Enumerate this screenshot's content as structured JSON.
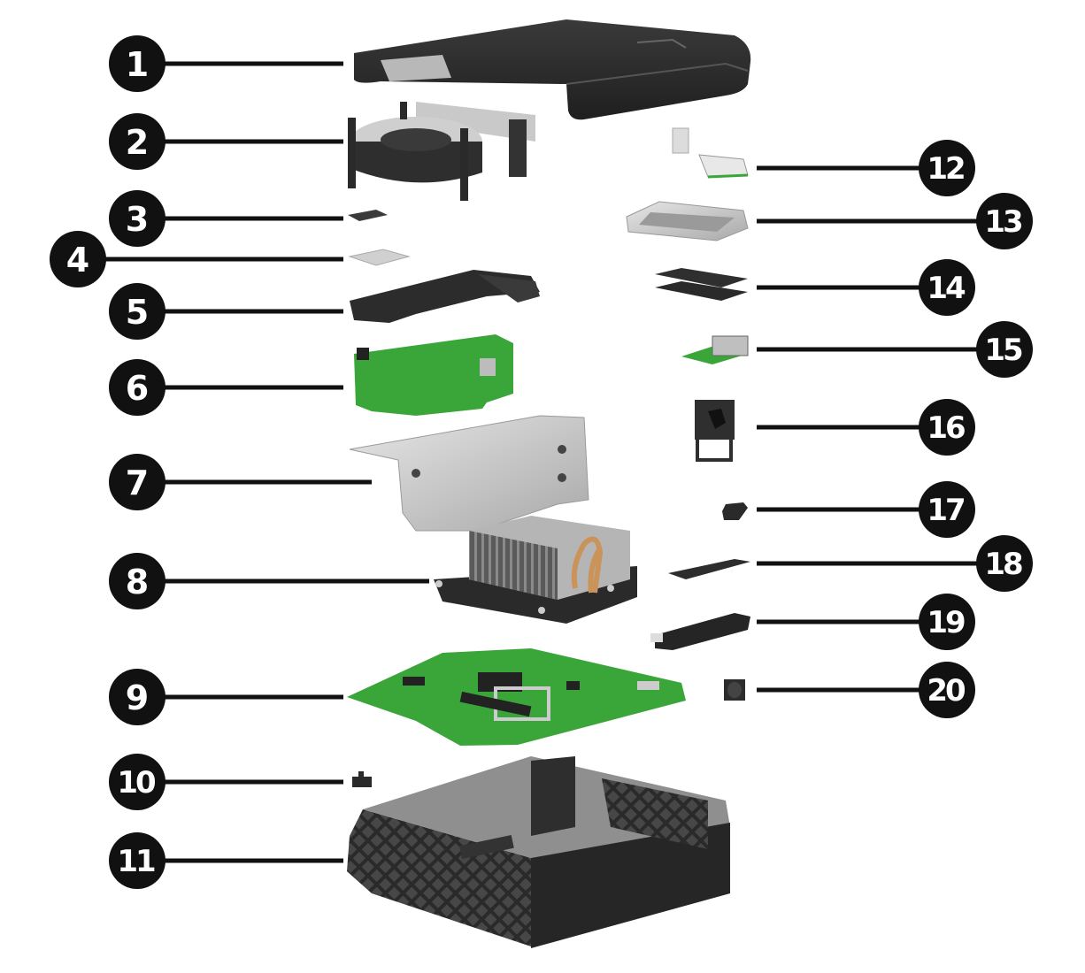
{
  "diagram": {
    "type": "exploded-view parts diagram",
    "colors": {
      "background": "#ffffff",
      "callout_fill": "#111111",
      "callout_text": "#ffffff",
      "leader_line": "#111111",
      "pcb_green": "#3aa63a",
      "chassis_black": "#2b2b2b",
      "metal_gray": "#c8c8c8",
      "heatpipe_copper": "#c9935a"
    },
    "callouts": [
      {
        "number": "1",
        "part": "top-cover",
        "side": "left"
      },
      {
        "number": "2",
        "part": "system-fan",
        "side": "left"
      },
      {
        "number": "3",
        "part": "small-component",
        "side": "left"
      },
      {
        "number": "4",
        "part": "processor",
        "side": "left"
      },
      {
        "number": "5",
        "part": "graphics-card",
        "side": "left"
      },
      {
        "number": "6",
        "part": "riser-card",
        "side": "left"
      },
      {
        "number": "7",
        "part": "card-bracket",
        "side": "left"
      },
      {
        "number": "8",
        "part": "heat-sink",
        "side": "left"
      },
      {
        "number": "9",
        "part": "system-board",
        "side": "left"
      },
      {
        "number": "10",
        "part": "power-switch",
        "side": "left"
      },
      {
        "number": "11",
        "part": "chassis",
        "side": "left"
      },
      {
        "number": "12",
        "part": "wlan-module",
        "side": "right"
      },
      {
        "number": "13",
        "part": "drive-bracket",
        "side": "right"
      },
      {
        "number": "14",
        "part": "memory-modules",
        "side": "right"
      },
      {
        "number": "15",
        "part": "port-board",
        "side": "right"
      },
      {
        "number": "16",
        "part": "speaker-bracket",
        "side": "right"
      },
      {
        "number": "17",
        "part": "rtc-battery",
        "side": "right"
      },
      {
        "number": "18",
        "part": "m2-ssd",
        "side": "right"
      },
      {
        "number": "19",
        "part": "m2-ssd-with-heatsink",
        "side": "right"
      },
      {
        "number": "20",
        "part": "speaker",
        "side": "right"
      }
    ]
  }
}
